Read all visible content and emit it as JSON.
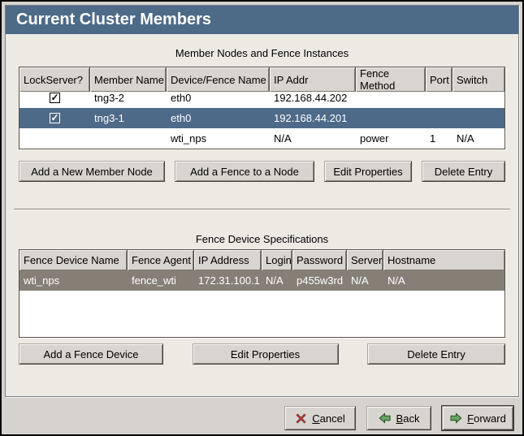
{
  "window": {
    "title": "Current Cluster Members"
  },
  "colors": {
    "titlebar": "#4d6a87",
    "selection_active": "#4d6a88",
    "selection_inactive": "#857f76",
    "panel_background": "#edeae4",
    "chrome_background": "#d6d3ce"
  },
  "member_table": {
    "caption": "Member Nodes and Fence Instances",
    "columns": [
      "LockServer?",
      "Member Name",
      "Device/Fence Name",
      "IP Addr",
      "Fence Method",
      "Port",
      "Switch"
    ],
    "rows": [
      {
        "has_checkbox": true,
        "checked": true,
        "selected": false,
        "cells": [
          "",
          "tng3-2",
          "eth0",
          "192.168.44.202",
          "",
          "",
          ""
        ]
      },
      {
        "has_checkbox": true,
        "checked": true,
        "selected": true,
        "cells": [
          "",
          "tng3-1",
          "eth0",
          "192.168.44.201",
          "",
          "",
          ""
        ]
      },
      {
        "has_checkbox": false,
        "checked": false,
        "selected": false,
        "cells": [
          "",
          "",
          "wti_nps",
          "N/A",
          "power",
          "1",
          "N/A"
        ]
      }
    ],
    "buttons": [
      "Add a New Member Node",
      "Add a Fence to a Node",
      "Edit Properties",
      "Delete Entry"
    ]
  },
  "fence_table": {
    "caption": "Fence Device Specifications",
    "columns": [
      "Fence Device Name",
      "Fence Agent",
      "IP Address",
      "Login",
      "Password",
      "Server",
      "Hostname"
    ],
    "rows": [
      {
        "selected": true,
        "cells": [
          "wti_nps",
          "fence_wti",
          "172.31.100.1",
          "N/A",
          "p455w3rd",
          "N/A",
          "N/A"
        ]
      }
    ],
    "buttons": [
      "Add a Fence Device",
      "Edit Properties",
      "Delete Entry"
    ]
  },
  "footer": {
    "cancel": {
      "mnemonic": "C",
      "rest": "ancel"
    },
    "back": {
      "mnemonic": "B",
      "rest": "ack"
    },
    "forward": {
      "mnemonic": "F",
      "rest": "orward"
    }
  }
}
